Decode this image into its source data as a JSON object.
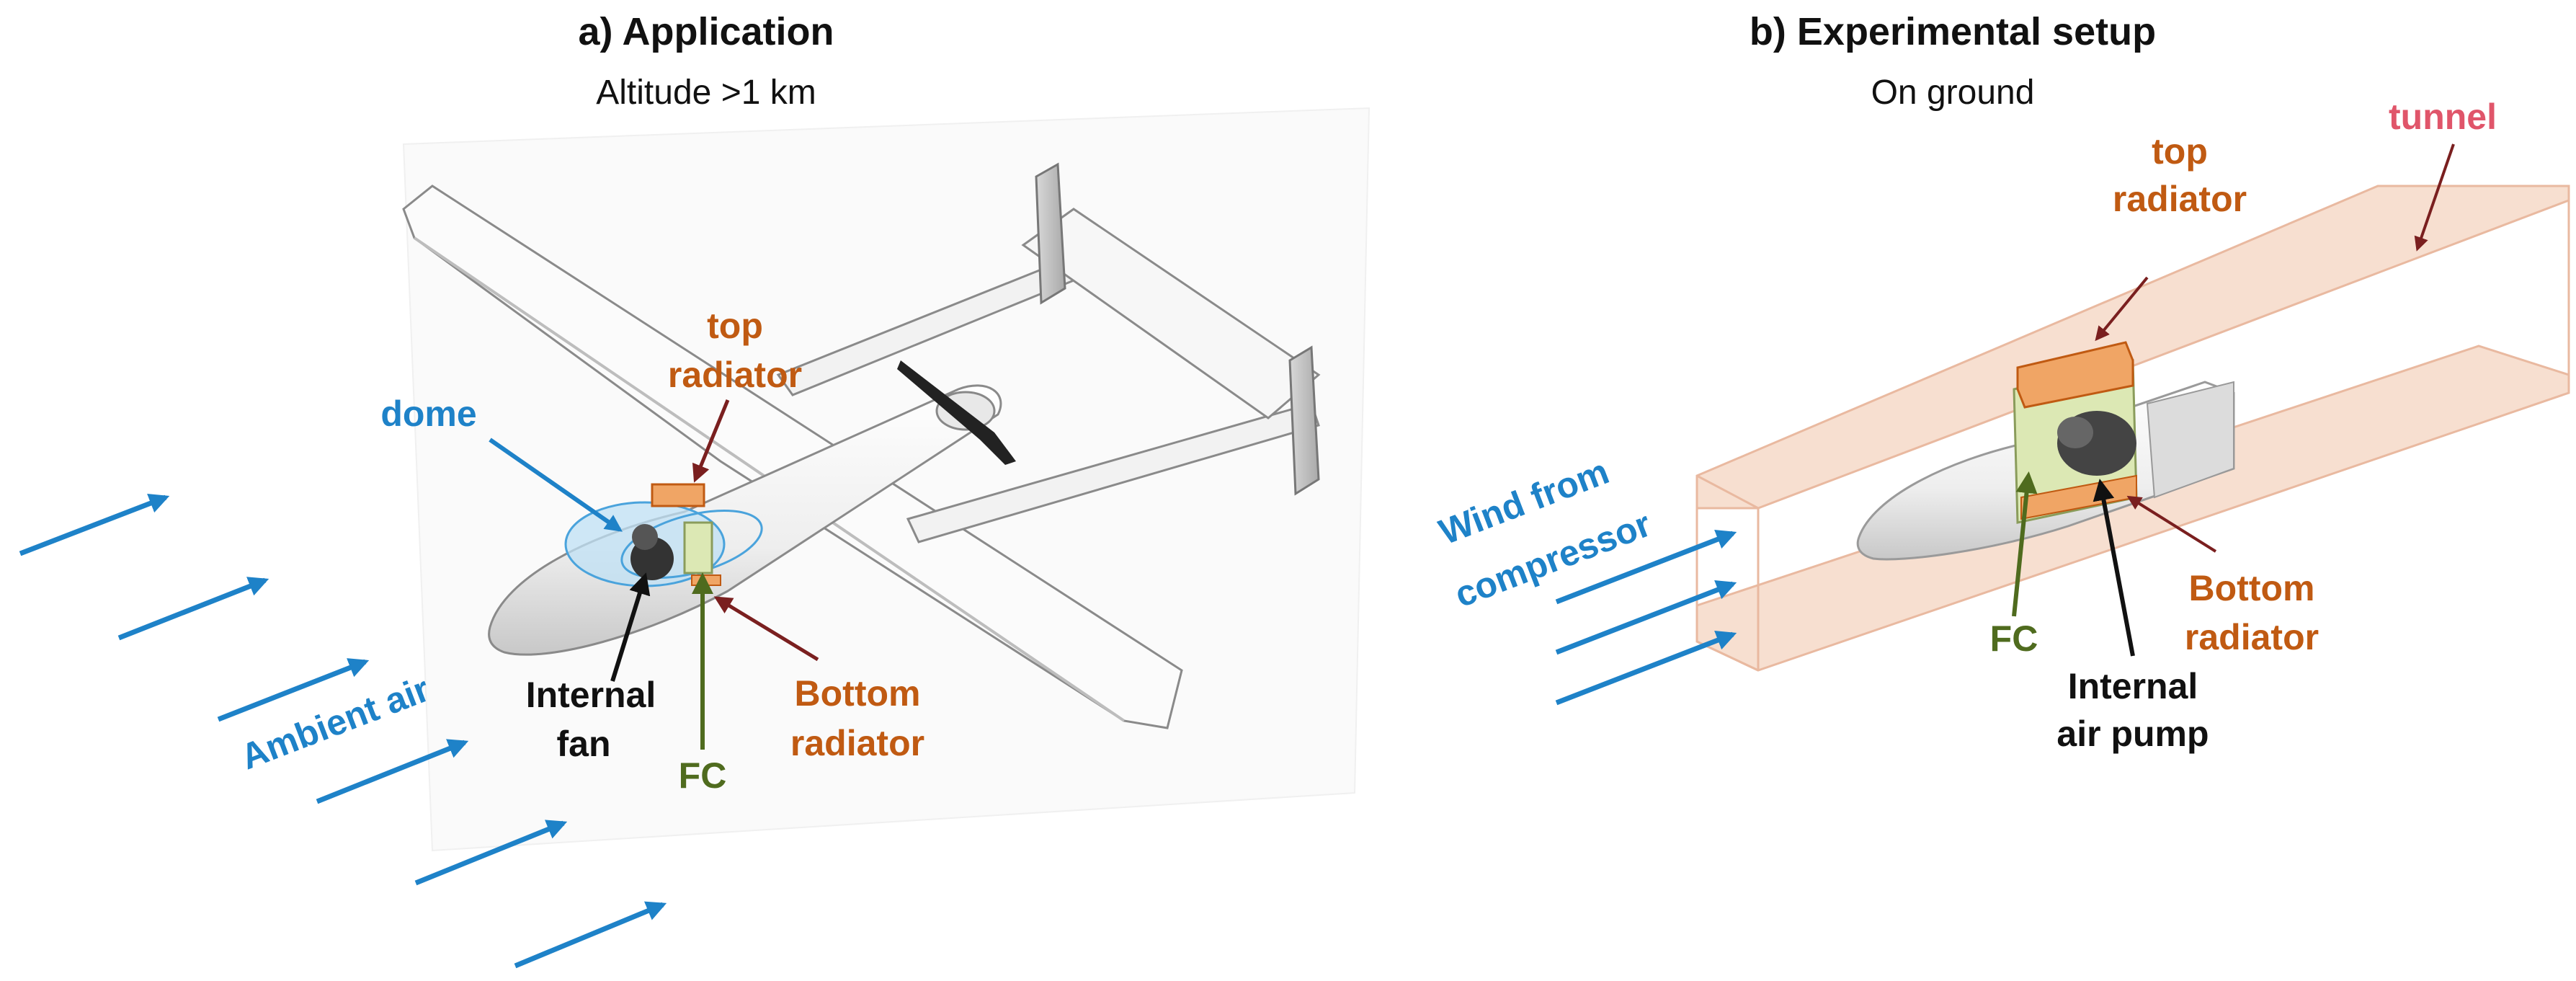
{
  "panel_a": {
    "title": "a) Application",
    "subtitle": "Altitude >1 km",
    "labels": {
      "dome": "dome",
      "top_radiator_1": "top",
      "top_radiator_2": "radiator",
      "internal_fan_1": "Internal",
      "internal_fan_2": "fan",
      "fc": "FC",
      "bottom_radiator_1": "Bottom",
      "bottom_radiator_2": "radiator",
      "ambient_air": "Ambient air"
    }
  },
  "panel_b": {
    "title": "b) Experimental setup",
    "subtitle": "On ground",
    "labels": {
      "tunnel": "tunnel",
      "top_radiator_1": "top",
      "top_radiator_2": "radiator",
      "wind_1": "Wind from",
      "wind_2": "compressor",
      "fc": "FC",
      "bottom_radiator_1": "Bottom",
      "bottom_radiator_2": "radiator",
      "internal_air_pump_1": "Internal",
      "internal_air_pump_2": "air pump"
    }
  },
  "colors": {
    "air_blue": "#1e82c8",
    "radiator_orange": "#c05a12",
    "fc_green": "#4f6b1e",
    "tunnel_red": "#e0556a",
    "leader_darkred": "#7a1f1f",
    "tunnel_fill": "#f6d9c8",
    "radiator_fill": "#f0a565",
    "fc_fill": "#dce8b4",
    "dome_fill": "#bfe0f4"
  }
}
